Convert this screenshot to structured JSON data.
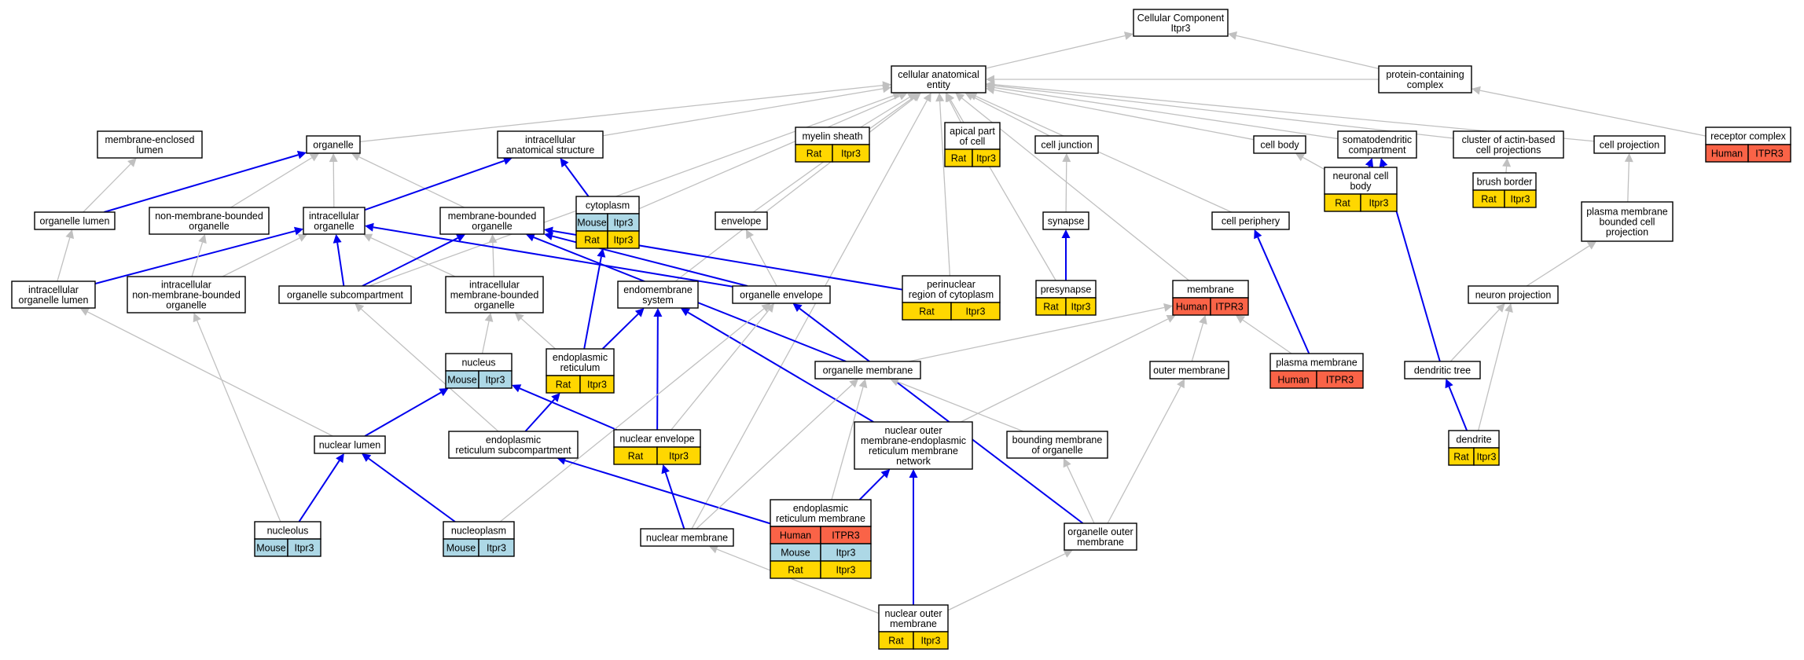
{
  "colors": {
    "human": "#fa6347",
    "mouse": "#add8e6",
    "rat": "#ffd700",
    "edge_gray": "#c0c0c0",
    "edge_blue": "#0000ee"
  },
  "nodes": [
    {
      "id": "cc",
      "lines": [
        "Cellular Component",
        "Itpr3"
      ],
      "ann": []
    },
    {
      "id": "cae",
      "lines": [
        "cellular anatomical",
        "entity"
      ],
      "ann": []
    },
    {
      "id": "pcc",
      "lines": [
        "protein-containing",
        "complex"
      ],
      "ann": []
    },
    {
      "id": "mel",
      "lines": [
        "membrane-enclosed",
        "lumen"
      ],
      "ann": []
    },
    {
      "id": "org",
      "lines": [
        "organelle"
      ],
      "ann": []
    },
    {
      "id": "ias",
      "lines": [
        "intracellular",
        "anatomical structure"
      ],
      "ann": []
    },
    {
      "id": "mys",
      "lines": [
        "myelin sheath"
      ],
      "ann": [
        {
          "sp": "Rat",
          "g": "Itpr3"
        }
      ]
    },
    {
      "id": "apc",
      "lines": [
        "apical part",
        "of cell"
      ],
      "ann": [
        {
          "sp": "Rat",
          "g": "Itpr3"
        }
      ]
    },
    {
      "id": "cj",
      "lines": [
        "cell junction"
      ],
      "ann": []
    },
    {
      "id": "cb",
      "lines": [
        "cell body"
      ],
      "ann": []
    },
    {
      "id": "sdc",
      "lines": [
        "somatodendritic",
        "compartment"
      ],
      "ann": []
    },
    {
      "id": "cabp",
      "lines": [
        "cluster of actin-based",
        "cell projections"
      ],
      "ann": []
    },
    {
      "id": "cp",
      "lines": [
        "cell projection"
      ],
      "ann": []
    },
    {
      "id": "rc",
      "lines": [
        "receptor complex"
      ],
      "ann": [
        {
          "sp": "Human",
          "g": "ITPR3"
        }
      ]
    },
    {
      "id": "ol",
      "lines": [
        "organelle lumen"
      ],
      "ann": []
    },
    {
      "id": "nmbo",
      "lines": [
        "non-membrane-bounded",
        "organelle"
      ],
      "ann": []
    },
    {
      "id": "io",
      "lines": [
        "intracellular",
        "organelle"
      ],
      "ann": []
    },
    {
      "id": "mbo",
      "lines": [
        "membrane-bounded",
        "organelle"
      ],
      "ann": []
    },
    {
      "id": "cyt",
      "lines": [
        "cytoplasm"
      ],
      "ann": [
        {
          "sp": "Mouse",
          "g": "Itpr3"
        },
        {
          "sp": "Rat",
          "g": "Itpr3"
        }
      ]
    },
    {
      "id": "env",
      "lines": [
        "envelope"
      ],
      "ann": []
    },
    {
      "id": "syn",
      "lines": [
        "synapse"
      ],
      "ann": []
    },
    {
      "id": "cper",
      "lines": [
        "cell periphery"
      ],
      "ann": []
    },
    {
      "id": "ncb",
      "lines": [
        "neuronal cell",
        "body"
      ],
      "ann": [
        {
          "sp": "Rat",
          "g": "Itpr3"
        }
      ]
    },
    {
      "id": "bb",
      "lines": [
        "brush border"
      ],
      "ann": [
        {
          "sp": "Rat",
          "g": "Itpr3"
        }
      ]
    },
    {
      "id": "pmbcp",
      "lines": [
        "plasma membrane",
        "bounded cell",
        "projection"
      ],
      "ann": []
    },
    {
      "id": "iol",
      "lines": [
        "intracellular",
        "organelle lumen"
      ],
      "ann": []
    },
    {
      "id": "inmbo",
      "lines": [
        "intracellular",
        "non-membrane-bounded",
        "organelle"
      ],
      "ann": []
    },
    {
      "id": "os",
      "lines": [
        "organelle subcompartment"
      ],
      "ann": []
    },
    {
      "id": "imbo",
      "lines": [
        "intracellular",
        "membrane-bounded",
        "organelle"
      ],
      "ann": []
    },
    {
      "id": "ems",
      "lines": [
        "endomembrane",
        "system"
      ],
      "ann": []
    },
    {
      "id": "oe",
      "lines": [
        "organelle envelope"
      ],
      "ann": []
    },
    {
      "id": "prc",
      "lines": [
        "perinuclear",
        "region of cytoplasm"
      ],
      "ann": [
        {
          "sp": "Rat",
          "g": "Itpr3"
        }
      ]
    },
    {
      "id": "pre",
      "lines": [
        "presynapse"
      ],
      "ann": [
        {
          "sp": "Rat",
          "g": "Itpr3"
        }
      ]
    },
    {
      "id": "mem",
      "lines": [
        "membrane"
      ],
      "ann": [
        {
          "sp": "Human",
          "g": "ITPR3"
        }
      ]
    },
    {
      "id": "np",
      "lines": [
        "neuron projection"
      ],
      "ann": []
    },
    {
      "id": "nuc",
      "lines": [
        "nucleus"
      ],
      "ann": [
        {
          "sp": "Mouse",
          "g": "Itpr3"
        }
      ]
    },
    {
      "id": "er",
      "lines": [
        "endoplasmic",
        "reticulum"
      ],
      "ann": [
        {
          "sp": "Rat",
          "g": "Itpr3"
        }
      ]
    },
    {
      "id": "om",
      "lines": [
        "organelle membrane"
      ],
      "ann": []
    },
    {
      "id": "outm",
      "lines": [
        "outer membrane"
      ],
      "ann": []
    },
    {
      "id": "pm",
      "lines": [
        "plasma membrane"
      ],
      "ann": [
        {
          "sp": "Human",
          "g": "ITPR3"
        }
      ]
    },
    {
      "id": "dt",
      "lines": [
        "dendritic tree"
      ],
      "ann": []
    },
    {
      "id": "nl",
      "lines": [
        "nuclear lumen"
      ],
      "ann": []
    },
    {
      "id": "ers",
      "lines": [
        "endoplasmic",
        "reticulum subcompartment"
      ],
      "ann": []
    },
    {
      "id": "ne",
      "lines": [
        "nuclear envelope"
      ],
      "ann": [
        {
          "sp": "Rat",
          "g": "Itpr3"
        }
      ]
    },
    {
      "id": "nomer",
      "lines": [
        "nuclear outer",
        "membrane-endoplasmic",
        "reticulum membrane",
        "network"
      ],
      "ann": []
    },
    {
      "id": "bmo",
      "lines": [
        "bounding membrane",
        "of organelle"
      ],
      "ann": []
    },
    {
      "id": "den",
      "lines": [
        "dendrite"
      ],
      "ann": [
        {
          "sp": "Rat",
          "g": "Itpr3"
        }
      ]
    },
    {
      "id": "erm",
      "lines": [
        "endoplasmic",
        "reticulum membrane"
      ],
      "ann": [
        {
          "sp": "Human",
          "g": "ITPR3"
        },
        {
          "sp": "Mouse",
          "g": "Itpr3"
        },
        {
          "sp": "Rat",
          "g": "Itpr3"
        }
      ]
    },
    {
      "id": "nlo",
      "lines": [
        "nucleolus"
      ],
      "ann": [
        {
          "sp": "Mouse",
          "g": "Itpr3"
        }
      ]
    },
    {
      "id": "npl",
      "lines": [
        "nucleoplasm"
      ],
      "ann": [
        {
          "sp": "Mouse",
          "g": "Itpr3"
        }
      ]
    },
    {
      "id": "nm",
      "lines": [
        "nuclear membrane"
      ],
      "ann": []
    },
    {
      "id": "oom",
      "lines": [
        "organelle outer",
        "membrane"
      ],
      "ann": []
    },
    {
      "id": "nom",
      "lines": [
        "nuclear outer",
        "membrane"
      ],
      "ann": [
        {
          "sp": "Rat",
          "g": "Itpr3"
        }
      ]
    }
  ],
  "edges": [
    {
      "from": "cae",
      "to": "cc",
      "c": "gray"
    },
    {
      "from": "pcc",
      "to": "cc",
      "c": "gray"
    },
    {
      "from": "pcc",
      "to": "cae",
      "c": "gray"
    },
    {
      "from": "rc",
      "to": "pcc",
      "c": "gray"
    },
    {
      "from": "org",
      "to": "cae",
      "c": "gray"
    },
    {
      "from": "ias",
      "to": "cae",
      "c": "gray"
    },
    {
      "from": "mys",
      "to": "cae",
      "c": "gray"
    },
    {
      "from": "apc",
      "to": "cae",
      "c": "gray"
    },
    {
      "from": "cj",
      "to": "cae",
      "c": "gray"
    },
    {
      "from": "cb",
      "to": "cae",
      "c": "gray"
    },
    {
      "from": "sdc",
      "to": "cae",
      "c": "gray"
    },
    {
      "from": "cabp",
      "to": "cae",
      "c": "gray"
    },
    {
      "from": "cp",
      "to": "cae",
      "c": "gray"
    },
    {
      "from": "cyt",
      "to": "cae",
      "c": "gray"
    },
    {
      "from": "env",
      "to": "cae",
      "c": "gray"
    },
    {
      "from": "cper",
      "to": "cae",
      "c": "gray"
    },
    {
      "from": "ems",
      "to": "cae",
      "c": "gray"
    },
    {
      "from": "prc",
      "to": "cae",
      "c": "gray"
    },
    {
      "from": "pre",
      "to": "cae",
      "c": "gray"
    },
    {
      "from": "mem",
      "to": "cae",
      "c": "gray"
    },
    {
      "from": "os",
      "to": "cae",
      "c": "gray"
    },
    {
      "from": "nm",
      "to": "cae",
      "c": "gray"
    },
    {
      "from": "ol",
      "to": "mel",
      "c": "gray"
    },
    {
      "from": "ol",
      "to": "org",
      "c": "blue"
    },
    {
      "from": "nmbo",
      "to": "org",
      "c": "gray"
    },
    {
      "from": "io",
      "to": "org",
      "c": "gray"
    },
    {
      "from": "mbo",
      "to": "org",
      "c": "gray"
    },
    {
      "from": "io",
      "to": "ias",
      "c": "blue"
    },
    {
      "from": "cyt",
      "to": "ias",
      "c": "blue"
    },
    {
      "from": "syn",
      "to": "cj",
      "c": "gray"
    },
    {
      "from": "ncb",
      "to": "cb",
      "c": "gray"
    },
    {
      "from": "ncb",
      "to": "sdc",
      "c": "blue"
    },
    {
      "from": "dt",
      "to": "sdc",
      "c": "blue"
    },
    {
      "from": "bb",
      "to": "cabp",
      "c": "gray"
    },
    {
      "from": "pmbcp",
      "to": "cp",
      "c": "gray"
    },
    {
      "from": "iol",
      "to": "ol",
      "c": "gray"
    },
    {
      "from": "iol",
      "to": "io",
      "c": "blue"
    },
    {
      "from": "inmbo",
      "to": "nmbo",
      "c": "gray"
    },
    {
      "from": "inmbo",
      "to": "io",
      "c": "gray"
    },
    {
      "from": "os",
      "to": "io",
      "c": "blue"
    },
    {
      "from": "imbo",
      "to": "io",
      "c": "gray"
    },
    {
      "from": "imbo",
      "to": "mbo",
      "c": "gray"
    },
    {
      "from": "os",
      "to": "mbo",
      "c": "blue"
    },
    {
      "from": "oe",
      "to": "mbo",
      "c": "blue"
    },
    {
      "from": "om",
      "to": "mbo",
      "c": "blue"
    },
    {
      "from": "oe",
      "to": "env",
      "c": "gray"
    },
    {
      "from": "oe",
      "to": "io",
      "c": "blue"
    },
    {
      "from": "prc",
      "to": "mbo",
      "c": "blue"
    },
    {
      "from": "er",
      "to": "cyt",
      "c": "blue"
    },
    {
      "from": "pre",
      "to": "syn",
      "c": "blue"
    },
    {
      "from": "pm",
      "to": "cper",
      "c": "blue"
    },
    {
      "from": "np",
      "to": "pmbcp",
      "c": "gray"
    },
    {
      "from": "nuc",
      "to": "imbo",
      "c": "gray"
    },
    {
      "from": "er",
      "to": "imbo",
      "c": "gray"
    },
    {
      "from": "er",
      "to": "ems",
      "c": "blue"
    },
    {
      "from": "ne",
      "to": "ems",
      "c": "blue"
    },
    {
      "from": "nomer",
      "to": "ems",
      "c": "blue"
    },
    {
      "from": "ne",
      "to": "oe",
      "c": "gray"
    },
    {
      "from": "om",
      "to": "mem",
      "c": "gray"
    },
    {
      "from": "outm",
      "to": "mem",
      "c": "gray"
    },
    {
      "from": "pm",
      "to": "mem",
      "c": "gray"
    },
    {
      "from": "nomer",
      "to": "mem",
      "c": "gray"
    },
    {
      "from": "oom",
      "to": "oe",
      "c": "blue"
    },
    {
      "from": "dt",
      "to": "np",
      "c": "gray"
    },
    {
      "from": "den",
      "to": "np",
      "c": "gray"
    },
    {
      "from": "den",
      "to": "dt",
      "c": "blue"
    },
    {
      "from": "nl",
      "to": "iol",
      "c": "gray"
    },
    {
      "from": "nl",
      "to": "nuc",
      "c": "blue"
    },
    {
      "from": "ne",
      "to": "nuc",
      "c": "blue"
    },
    {
      "from": "ers",
      "to": "os",
      "c": "gray"
    },
    {
      "from": "ers",
      "to": "er",
      "c": "blue"
    },
    {
      "from": "bmo",
      "to": "om",
      "c": "gray"
    },
    {
      "from": "nlo",
      "to": "inmbo",
      "c": "gray"
    },
    {
      "from": "nlo",
      "to": "nl",
      "c": "blue"
    },
    {
      "from": "npl",
      "to": "nl",
      "c": "blue"
    },
    {
      "from": "npl",
      "to": "oe",
      "c": "gray"
    },
    {
      "from": "erm",
      "to": "ers",
      "c": "blue"
    },
    {
      "from": "erm",
      "to": "nomer",
      "c": "blue"
    },
    {
      "from": "erm",
      "to": "om",
      "c": "gray"
    },
    {
      "from": "nm",
      "to": "ne",
      "c": "blue"
    },
    {
      "from": "nm",
      "to": "om",
      "c": "gray"
    },
    {
      "from": "oom",
      "to": "outm",
      "c": "gray"
    },
    {
      "from": "oom",
      "to": "bmo",
      "c": "gray"
    },
    {
      "from": "nom",
      "to": "nm",
      "c": "gray"
    },
    {
      "from": "nom",
      "to": "oom",
      "c": "gray"
    },
    {
      "from": "nom",
      "to": "nomer",
      "c": "blue"
    }
  ]
}
